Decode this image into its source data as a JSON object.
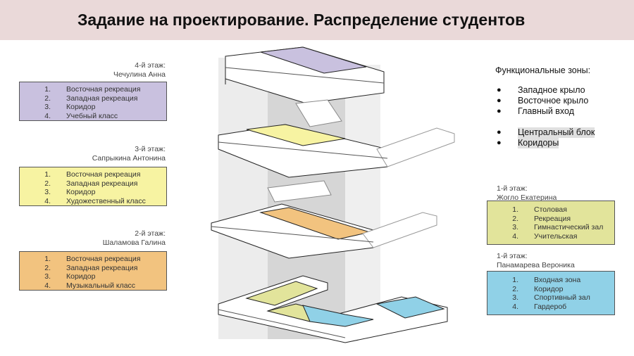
{
  "title": "Задание на проектирование. Распределение студентов",
  "floors_left": [
    {
      "floor": "4-й этаж:",
      "student": "Чечулина Анна",
      "color": "#c9c1df",
      "items": [
        "Восточная рекреация",
        "Западная рекреация",
        "Коридор",
        "Учебный класс"
      ]
    },
    {
      "floor": "3-й этаж:",
      "student": "Сапрыкина Антонина",
      "color": "#f7f3a2",
      "items": [
        "Восточная рекреация",
        "Западная рекреация",
        "Коридор",
        "Художественный класс"
      ]
    },
    {
      "floor": "2-й этаж:",
      "student": "Шаламова Галина",
      "color": "#f2c37f",
      "items": [
        "Восточная рекреация",
        "Западная рекреация",
        "Коридор",
        "Музыкальный класс"
      ]
    }
  ],
  "zones": {
    "heading": "Функциональные зоны:",
    "items": [
      "Западное крыло",
      "Восточное крыло",
      "Главный вход",
      "Центральный блок",
      "Коридоры"
    ]
  },
  "floors_right": [
    {
      "floor": "1-й этаж:",
      "student": "Жогло Екатерина",
      "color": "#e2e49b",
      "items": [
        "Столовая",
        "Рекреация",
        "Гимнастический зал",
        "Учительская"
      ]
    },
    {
      "floor": "1-й этаж:",
      "student": "Панамарева Вероника",
      "color": "#90d1e7",
      "items": [
        "Входная зона",
        "Коридор",
        "Спортивный зал",
        "Гардероб"
      ]
    }
  ],
  "numbers": [
    "1.",
    "2.",
    "3.",
    "4."
  ],
  "bullet": "●"
}
